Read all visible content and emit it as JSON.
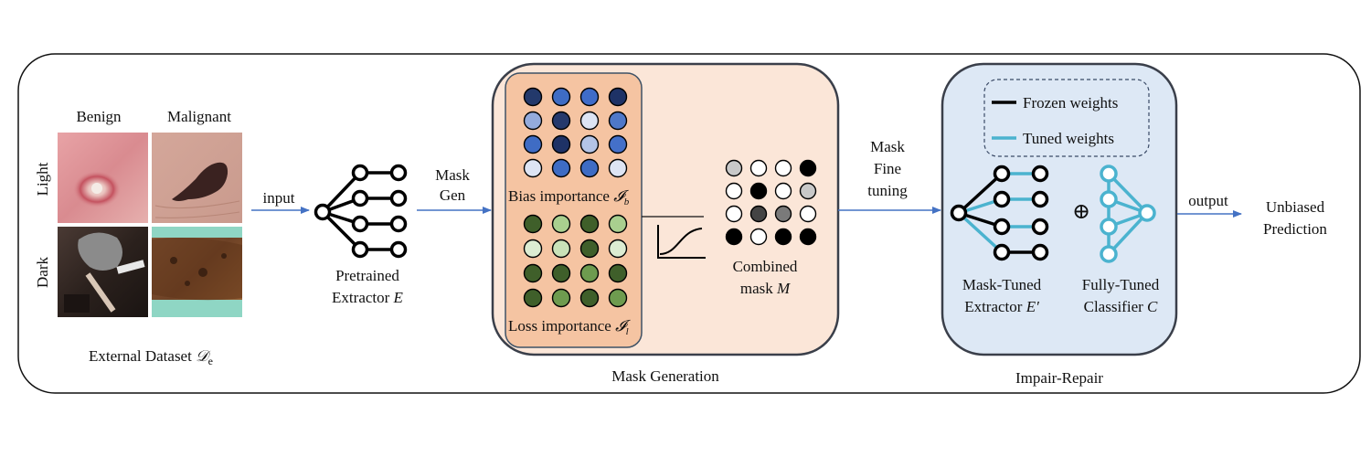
{
  "dataset": {
    "col_labels": [
      "Benign",
      "Malignant"
    ],
    "row_labels": [
      "Light",
      "Dark"
    ],
    "caption": "External Dataset ",
    "caption_symbol": "𝒟",
    "caption_sub": "e"
  },
  "arrows": {
    "input": "input",
    "mask_gen_line1": "Mask",
    "mask_gen_line2": "Gen",
    "mask_ft_line1": "Mask",
    "mask_ft_line2": "Fine",
    "mask_ft_line3": "tuning",
    "output": "output"
  },
  "extractor": {
    "line1": "Pretrained",
    "line2": "Extractor ",
    "symbol": "E"
  },
  "mask_generation": {
    "title": "Mask Generation",
    "bias_label": "Bias importance ",
    "bias_symbol": "𝓘",
    "bias_sub": "b",
    "loss_label": "Loss importance ",
    "loss_symbol": "𝓘",
    "loss_sub": "l",
    "combined_line1": "Combined",
    "combined_line2": "mask ",
    "combined_symbol": "M",
    "bias_colors": [
      [
        "#23396b",
        "#3e6cc4",
        "#3f6cc9",
        "#1e3266"
      ],
      [
        "#94abdc",
        "#25396c",
        "#dde4f3",
        "#4e78c9"
      ],
      [
        "#3f6cc4",
        "#1e3266",
        "#b4c4e6",
        "#4470c9"
      ],
      [
        "#dde4f3",
        "#3e6cc4",
        "#3e6cc4",
        "#dde4f3"
      ]
    ],
    "loss_colors": [
      [
        "#3f5f2a",
        "#a9cf8f",
        "#3f5f2a",
        "#a9cf8f"
      ],
      [
        "#dcecd2",
        "#c9e2b8",
        "#3f5f2a",
        "#dcecd2"
      ],
      [
        "#3f5f2a",
        "#3f5f2a",
        "#6e9b4f",
        "#3f5f2a"
      ],
      [
        "#3f5f2a",
        "#6e9b4f",
        "#3f5f2a",
        "#6e9b4f"
      ]
    ],
    "combined_colors": [
      [
        "#c8c8c8",
        "#ffffff",
        "#ffffff",
        "#000000"
      ],
      [
        "#ffffff",
        "#000000",
        "#ffffff",
        "#c8c8c8"
      ],
      [
        "#ffffff",
        "#444444",
        "#7a7a7a",
        "#ffffff"
      ],
      [
        "#000000",
        "#ffffff",
        "#000000",
        "#000000"
      ]
    ]
  },
  "impair_repair": {
    "title": "Impair-Repair",
    "legend_frozen": "Frozen weights",
    "legend_tuned": "Tuned weights",
    "extractor_line1": "Mask-Tuned",
    "extractor_line2": "Extractor ",
    "extractor_symbol": "E′",
    "classifier_line1": "Fully-Tuned",
    "classifier_line2": "Classifier ",
    "classifier_symbol": "C",
    "oplus": "⊕"
  },
  "result": {
    "line1": "Unbiased",
    "line2": "Prediction"
  },
  "colors": {
    "frozen": "#000000",
    "tuned": "#4bb3cf",
    "arrow": "#4472c4",
    "mask_panel": "#fbe6d8",
    "importance_panel": "#f5c4a2",
    "repair_panel": "#dde8f5"
  }
}
